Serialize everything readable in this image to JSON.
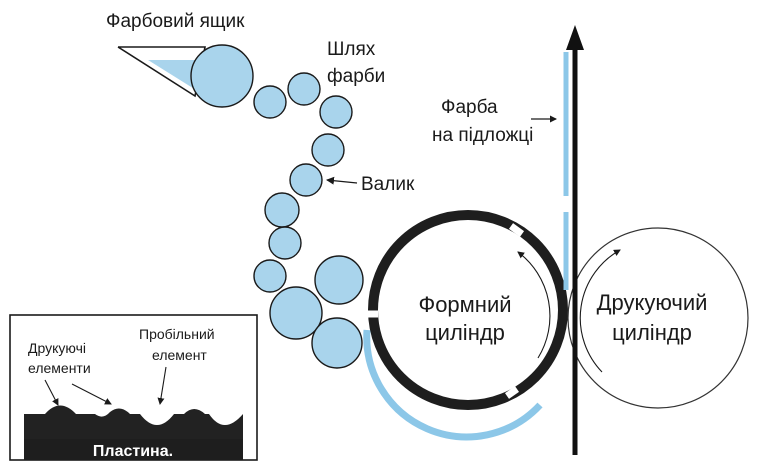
{
  "labels": {
    "ink_fountain": "Фарбовий ящик",
    "ink_path_line1": "Шлях",
    "ink_path_line2": "фарби",
    "roller": "Валик",
    "ink_on_substrate_line1": "Фарба",
    "ink_on_substrate_line2": "на підложці",
    "plate_cylinder_line1": "Формний",
    "plate_cylinder_line2": "циліндр",
    "impression_cylinder_line1": "Друкуючий",
    "impression_cylinder_line2": "циліндр"
  },
  "inset": {
    "printing_elements_line1": "Друкуючі",
    "printing_elements_line2": "елементи",
    "non_printing_line1": "Пробільний",
    "non_printing_line2": "елемент",
    "plate": "Пластина."
  },
  "colors": {
    "ink": "#a9d4ec",
    "ink_line": "#8cc7e8",
    "outline": "#1a1a1a",
    "background": "#ffffff"
  }
}
